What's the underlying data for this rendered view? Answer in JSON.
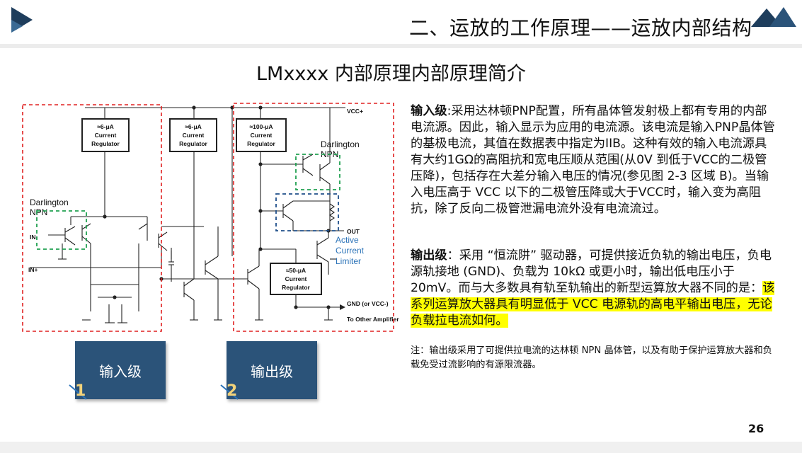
{
  "header": {
    "title": "二、运放的工作原理——运放内部结构"
  },
  "slide": {
    "subtitle": "LMxxxx 内部原理内部原理简介",
    "page_number": "26"
  },
  "circuit": {
    "regulator_1": [
      "≈6-μA",
      "Current",
      "Regulator"
    ],
    "regulator_2": [
      "≈6-μA",
      "Current",
      "Regulator"
    ],
    "regulator_3": [
      "≈100-μA",
      "Current",
      "Regulator"
    ],
    "regulator_4": [
      "≈50-μA",
      "Current",
      "Regulator"
    ],
    "vcc": "VCC+",
    "darlington_npn_left": [
      "Darlington",
      "NPN"
    ],
    "darlington_npn_right": [
      "Darlington",
      "NPN"
    ],
    "in_minus": "IN-",
    "in_plus": "IN+",
    "out": "OUT",
    "active_limiter": [
      "Active",
      "Current",
      "Limiter"
    ],
    "gnd": "GND (or VCC-)",
    "to_other": "To Other Amplifier",
    "accent_color": "#2b73b8",
    "frame_red": "#e02020",
    "frame_green": "#20a050",
    "frame_blue": "#1f4f8a"
  },
  "text": {
    "input_label": "输入级",
    "input_body": ":采用达林顿PNP配置，所有晶体管发射极上都有专用的内部电流源。因此，输入显示为应用的电流源。该电流是输入PNP晶体管的基极电流，其值在数据表中指定为IIB。这种有效的输入电流源具有大约1GΩ的高阻抗和宽电压顺从范围(从0V 到低于VCC的二极管压降)，包括存在大差分输入电压的情况(参见图 2-3 区域 B)。当输入电压高于 VCC 以下的二极管压降或大于VCC时，输入变为高阻抗，除了反向二极管泄漏电流外没有电流流过。",
    "output_label": "输出级",
    "output_body": "：采用 “恒流阱” 驱动器，可提供接近负轨的输出电压，负电源轨接地 (GND)、负载为 10kΩ 或更小时，输出低电压小于 20mV。而与大多数具有轨至轨输出的新型运算放大器不同的是：",
    "output_highlight": "该系列运算放大器具有明显低于 VCC 电源轨的高电平输出电压，无论负载拉电流如何。",
    "note": "注：输出级采用了可提供拉电流的达林顿 NPN 晶体管，以及有助于保护运算放大器和负载免受过流影响的有源限流器。"
  },
  "buttons": {
    "input_stage": "输入级",
    "output_stage": "输出级",
    "num1": "1",
    "num2": "2",
    "color": "#2b5379"
  }
}
